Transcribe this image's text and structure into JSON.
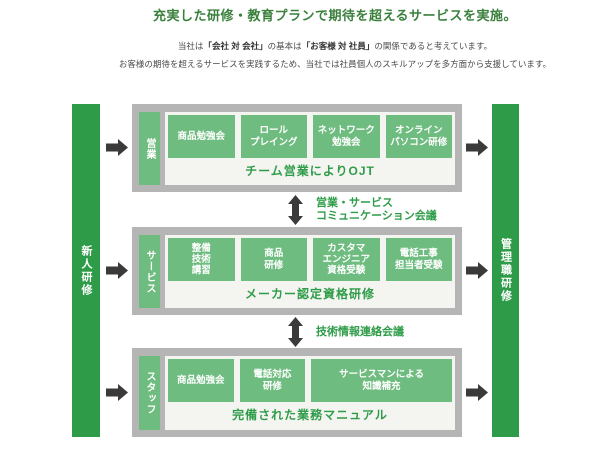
{
  "header": {
    "title": "充実した研修・教育プランで期待を超えるサービスを実施。",
    "intro1_pre": "当社は",
    "intro1_bold1": "「会社 対 会社」",
    "intro1_mid": "の基本は",
    "intro1_bold2": "「お客様 対 社員」",
    "intro1_post": "の関係であると考えています。",
    "intro2": "お客様の期待を超えるサービスを実践するため、当社では社員個人のスキルアップを多方面から支援しています。"
  },
  "diagram": {
    "left_bar": "新人研修",
    "right_bar": "管理職研修",
    "rows": [
      {
        "label": "営業",
        "boxes": [
          "商品勉強会",
          "ロール\nプレイング",
          "ネットワーク\n勉強会",
          "オンライン\nパソコン研修"
        ],
        "footer": "チーム営業によりOJT"
      },
      {
        "label": "サービス",
        "boxes": [
          "整備\n技術\n講習",
          "商品\n研修",
          "カスタマ\nエンジニア\n資格受験",
          "電話工事\n担当者受験"
        ],
        "footer": "メーカー認定資格研修"
      },
      {
        "label": "スタッフ",
        "boxes": [
          "商品勉強会",
          "電話対応\n研修",
          "サービスマンによる\n知識補充"
        ],
        "footer": "完備された業務マニュアル"
      }
    ],
    "connectors": [
      {
        "label": "営業・サービス\nコミュニケーション会議"
      },
      {
        "label": "技術情報連絡会議"
      }
    ]
  },
  "icons": {
    "right_arrow": "right-arrow-icon",
    "double_arrow": "double-arrow-icon"
  },
  "colors": {
    "title_green": "#3a803c",
    "bar_green": "#2e9b48",
    "box_green": "#6ebc7f",
    "text_green": "#2f9c49",
    "frame_gray": "#b5b5b5",
    "panel_offwhite": "#f4f4f1",
    "arrow_dark": "#3a3a3a"
  }
}
